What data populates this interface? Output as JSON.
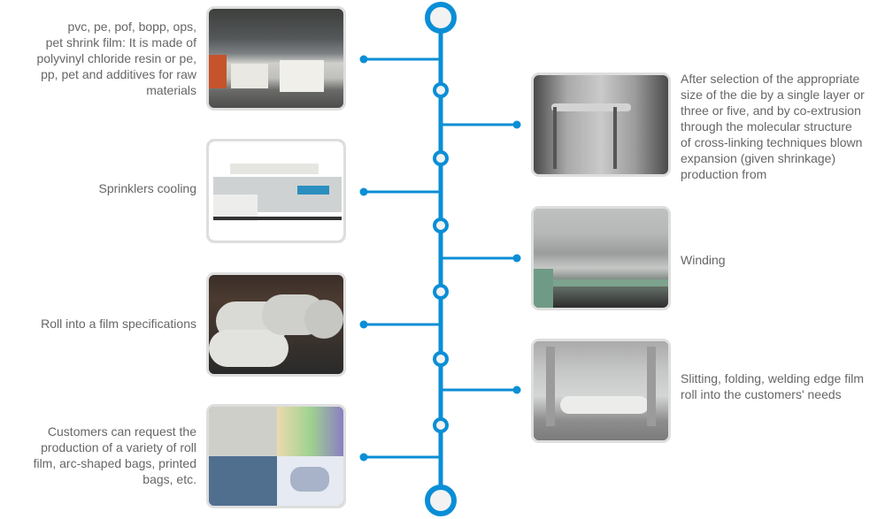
{
  "colors": {
    "accent": "#0a8ed6",
    "node_fill": "#f2f2f2",
    "text": "#666666",
    "frame": "#dedede"
  },
  "steps_left": [
    {
      "text": "pvc, pe, pof, bopp, ops, pet shrink film: It is made of polyvinyl chloride resin or pe, pp, pet and additives for raw materials",
      "lines": [
        "pvc, pe, pof, bopp, ops,",
        "pet shrink film: It is made of",
        "polyvinyl chloride resin or pe,",
        "pp, pet and additives for raw",
        "materials"
      ],
      "image": "warehouse-raw-materials-photo"
    },
    {
      "text": "Sprinklers cooling",
      "lines": [
        "Sprinklers cooling"
      ],
      "image": "laminating-machine-photo"
    },
    {
      "text": "Roll into a film specifications",
      "lines": [
        "Roll into a film specifications"
      ],
      "image": "film-rolls-photo"
    },
    {
      "text": "Customers can request the production of a variety of roll film, arc-shaped bags, printed bags, etc.",
      "lines": [
        "Customers can request the",
        "production of a variety of roll",
        "film, arc-shaped bags, printed",
        "bags, etc."
      ],
      "image": "products-collage-photo"
    }
  ],
  "steps_right": [
    {
      "text": "After selection of the appropriate size of the die by a single layer or three or five, and by co-extrusion through the molecular structure of cross-linking techniques blown expansion (given shrinkage) production from",
      "lines": [
        "After selection of the appropriate",
        "size of the die by a single layer or",
        "three or five, and by co-extrusion",
        "through the molecular structure",
        "of cross-linking techniques blown",
        "expansion (given shrinkage)",
        "production from"
      ],
      "image": "blown-film-tower-photo"
    },
    {
      "text": "Winding",
      "lines": [
        "Winding"
      ],
      "image": "winding-machine-photo"
    },
    {
      "text": "Slitting, folding, welding edge film roll into the customers' needs",
      "lines": [
        "Slitting, folding, welding edge film",
        "roll into the customers' needs"
      ],
      "image": "slitting-machine-photo"
    }
  ]
}
